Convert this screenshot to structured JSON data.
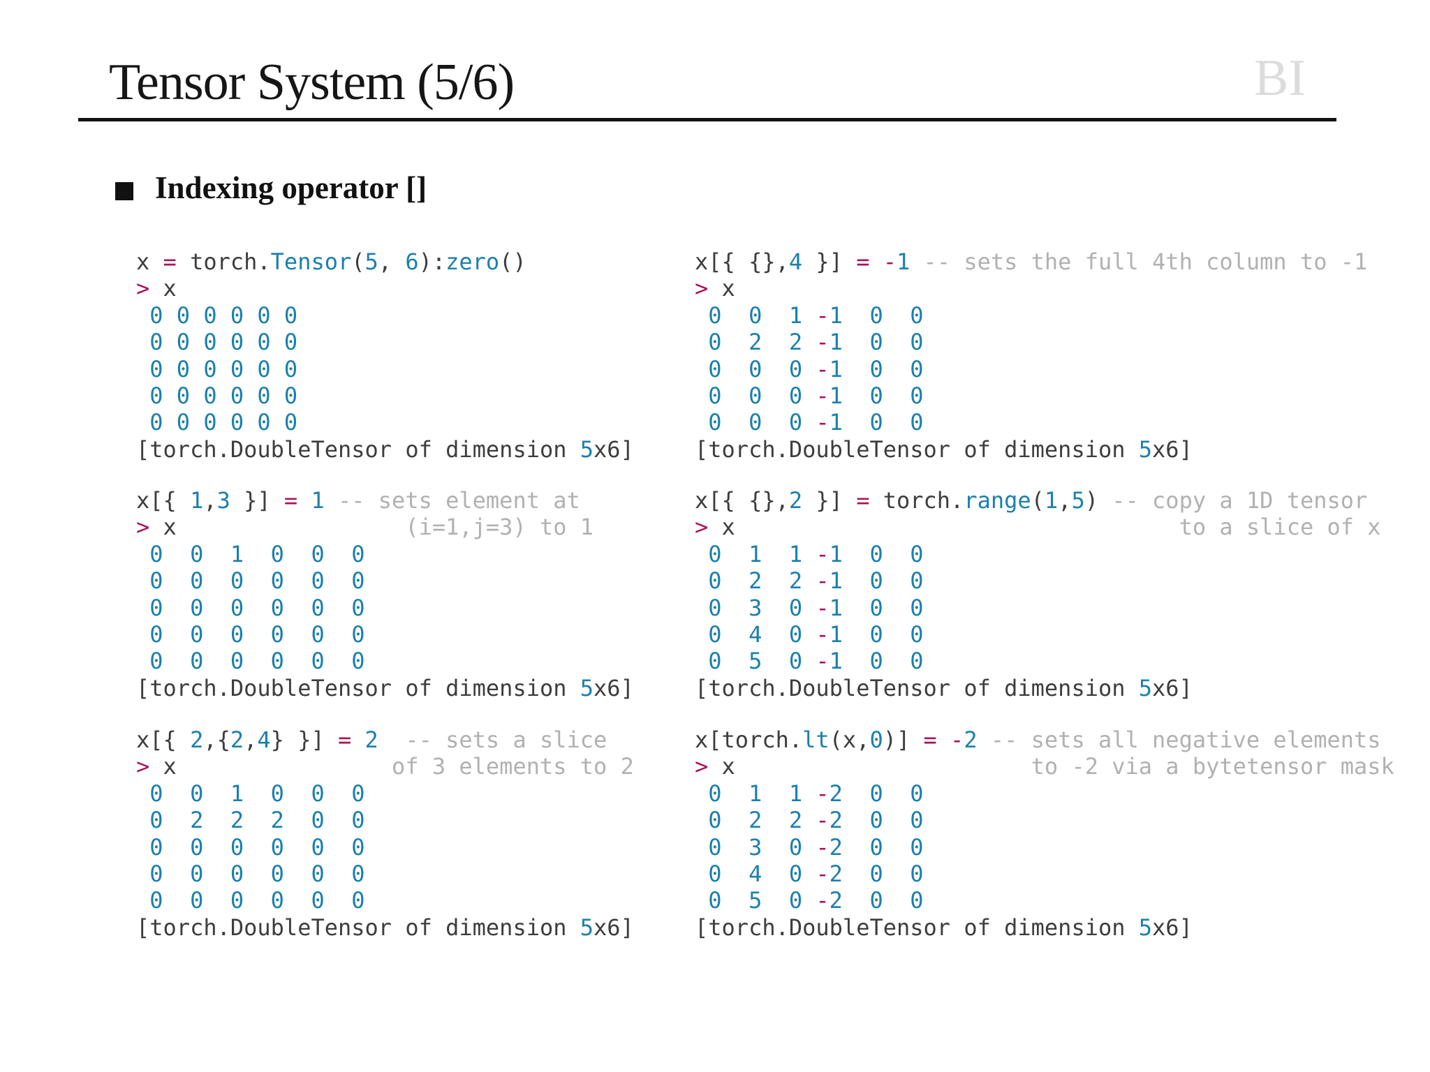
{
  "slide": {
    "title": "Tensor System (5/6)",
    "logo": "BI",
    "bullet_glyph": "■",
    "heading": "Indexing operator []"
  },
  "colors": {
    "code_text": "#3d3d3d",
    "accent_blue": "#1b80ad",
    "accent_magenta": "#a91457",
    "comment_gray": "#b1b1b1",
    "title_black": "#161616",
    "logo_gray": "#dcdcdc"
  },
  "code_blocks": [
    {
      "position": "left-top",
      "command": [
        {
          "t": "x ",
          "c": "d"
        },
        {
          "t": "=",
          "c": "m"
        },
        {
          "t": " torch.",
          "c": "d"
        },
        {
          "t": "Tensor",
          "c": "b"
        },
        {
          "t": "(",
          "c": "d"
        },
        {
          "t": "5",
          "c": "b"
        },
        {
          "t": ", ",
          "c": "d"
        },
        {
          "t": "6",
          "c": "b"
        },
        {
          "t": "):",
          "c": "d"
        },
        {
          "t": "zero",
          "c": "b"
        },
        {
          "t": "()",
          "c": "d"
        }
      ],
      "prompt": [
        {
          "t": ">",
          "c": "m"
        },
        {
          "t": " x",
          "c": "d"
        }
      ],
      "matrix": [
        " 0 0 0 0 0 0",
        " 0 0 0 0 0 0",
        " 0 0 0 0 0 0",
        " 0 0 0 0 0 0",
        " 0 0 0 0 0 0"
      ],
      "footer": [
        {
          "t": "[torch.DoubleTensor of dimension ",
          "c": "d"
        },
        {
          "t": "5",
          "c": "b"
        },
        {
          "t": "x6]",
          "c": "d"
        }
      ]
    },
    {
      "position": "left-middle",
      "command": [
        {
          "t": "x[{ ",
          "c": "d"
        },
        {
          "t": "1",
          "c": "b"
        },
        {
          "t": ",",
          "c": "d"
        },
        {
          "t": "3",
          "c": "b"
        },
        {
          "t": " }] ",
          "c": "d"
        },
        {
          "t": "=",
          "c": "m"
        },
        {
          "t": " ",
          "c": "d"
        },
        {
          "t": "1",
          "c": "b"
        },
        {
          "t": " ",
          "c": "d"
        },
        {
          "t": "-- sets element at",
          "c": "g"
        }
      ],
      "prompt": [
        {
          "t": ">",
          "c": "m"
        },
        {
          "t": " x",
          "c": "d"
        },
        {
          "t": "                 (i=1,j=3) to 1",
          "c": "g"
        }
      ],
      "matrix": [
        " 0  0  1  0  0  0",
        " 0  0  0  0  0  0",
        " 0  0  0  0  0  0",
        " 0  0  0  0  0  0",
        " 0  0  0  0  0  0"
      ],
      "footer": [
        {
          "t": "[torch.DoubleTensor of dimension ",
          "c": "d"
        },
        {
          "t": "5",
          "c": "b"
        },
        {
          "t": "x6]",
          "c": "d"
        }
      ]
    },
    {
      "position": "left-bottom",
      "command": [
        {
          "t": "x[{ ",
          "c": "d"
        },
        {
          "t": "2",
          "c": "b"
        },
        {
          "t": ",{",
          "c": "d"
        },
        {
          "t": "2",
          "c": "b"
        },
        {
          "t": ",",
          "c": "d"
        },
        {
          "t": "4",
          "c": "b"
        },
        {
          "t": "} }] ",
          "c": "d"
        },
        {
          "t": "=",
          "c": "m"
        },
        {
          "t": " ",
          "c": "d"
        },
        {
          "t": "2",
          "c": "b"
        },
        {
          "t": "  ",
          "c": "d"
        },
        {
          "t": "-- sets a slice",
          "c": "g"
        }
      ],
      "prompt": [
        {
          "t": ">",
          "c": "m"
        },
        {
          "t": " x",
          "c": "d"
        },
        {
          "t": "                of 3 elements to 2",
          "c": "g"
        }
      ],
      "matrix": [
        " 0  0  1  0  0  0",
        " 0  2  2  2  0  0",
        " 0  0  0  0  0  0",
        " 0  0  0  0  0  0",
        " 0  0  0  0  0  0"
      ],
      "footer": [
        {
          "t": "[torch.DoubleTensor of dimension ",
          "c": "d"
        },
        {
          "t": "5",
          "c": "b"
        },
        {
          "t": "x6]",
          "c": "d"
        }
      ]
    },
    {
      "position": "right-top",
      "command": [
        {
          "t": "x[{ {},",
          "c": "d"
        },
        {
          "t": "4",
          "c": "b"
        },
        {
          "t": " }] ",
          "c": "d"
        },
        {
          "t": "=",
          "c": "m"
        },
        {
          "t": " ",
          "c": "d"
        },
        {
          "t": "-",
          "c": "m"
        },
        {
          "t": "1",
          "c": "b"
        },
        {
          "t": " ",
          "c": "d"
        },
        {
          "t": "-- sets the full 4th column to -1",
          "c": "g"
        }
      ],
      "prompt": [
        {
          "t": ">",
          "c": "m"
        },
        {
          "t": " x",
          "c": "d"
        }
      ],
      "matrix": [
        " 0  0  1 -1  0  0",
        " 0  2  2 -1  0  0",
        " 0  0  0 -1  0  0",
        " 0  0  0 -1  0  0",
        " 0  0  0 -1  0  0"
      ],
      "footer": [
        {
          "t": "[torch.DoubleTensor of dimension ",
          "c": "d"
        },
        {
          "t": "5",
          "c": "b"
        },
        {
          "t": "x6]",
          "c": "d"
        }
      ]
    },
    {
      "position": "right-middle",
      "command": [
        {
          "t": "x[{ {},",
          "c": "d"
        },
        {
          "t": "2",
          "c": "b"
        },
        {
          "t": " }] ",
          "c": "d"
        },
        {
          "t": "=",
          "c": "m"
        },
        {
          "t": " torch.",
          "c": "d"
        },
        {
          "t": "range",
          "c": "b"
        },
        {
          "t": "(",
          "c": "d"
        },
        {
          "t": "1",
          "c": "b"
        },
        {
          "t": ",",
          "c": "d"
        },
        {
          "t": "5",
          "c": "b"
        },
        {
          "t": ") ",
          "c": "d"
        },
        {
          "t": "-- copy a 1D tensor",
          "c": "g"
        }
      ],
      "prompt": [
        {
          "t": ">",
          "c": "m"
        },
        {
          "t": " x",
          "c": "d"
        },
        {
          "t": "                                 to a slice of x",
          "c": "g"
        }
      ],
      "matrix": [
        " 0  1  1 -1  0  0",
        " 0  2  2 -1  0  0",
        " 0  3  0 -1  0  0",
        " 0  4  0 -1  0  0",
        " 0  5  0 -1  0  0"
      ],
      "footer": [
        {
          "t": "[torch.DoubleTensor of dimension ",
          "c": "d"
        },
        {
          "t": "5",
          "c": "b"
        },
        {
          "t": "x6]",
          "c": "d"
        }
      ]
    },
    {
      "position": "right-bottom",
      "command": [
        {
          "t": "x[torch.",
          "c": "d"
        },
        {
          "t": "lt",
          "c": "b"
        },
        {
          "t": "(x,",
          "c": "d"
        },
        {
          "t": "0",
          "c": "b"
        },
        {
          "t": ")] ",
          "c": "d"
        },
        {
          "t": "=",
          "c": "m"
        },
        {
          "t": " ",
          "c": "d"
        },
        {
          "t": "-",
          "c": "m"
        },
        {
          "t": "2",
          "c": "b"
        },
        {
          "t": " ",
          "c": "d"
        },
        {
          "t": "-- sets all negative elements",
          "c": "g"
        }
      ],
      "prompt": [
        {
          "t": ">",
          "c": "m"
        },
        {
          "t": " x",
          "c": "d"
        },
        {
          "t": "                      to -2 via a bytetensor mask",
          "c": "g"
        }
      ],
      "matrix": [
        " 0  1  1 -2  0  0",
        " 0  2  2 -2  0  0",
        " 0  3  0 -2  0  0",
        " 0  4  0 -2  0  0",
        " 0  5  0 -2  0  0"
      ],
      "footer": [
        {
          "t": "[torch.DoubleTensor of dimension ",
          "c": "d"
        },
        {
          "t": "5",
          "c": "b"
        },
        {
          "t": "x6]",
          "c": "d"
        }
      ]
    }
  ]
}
